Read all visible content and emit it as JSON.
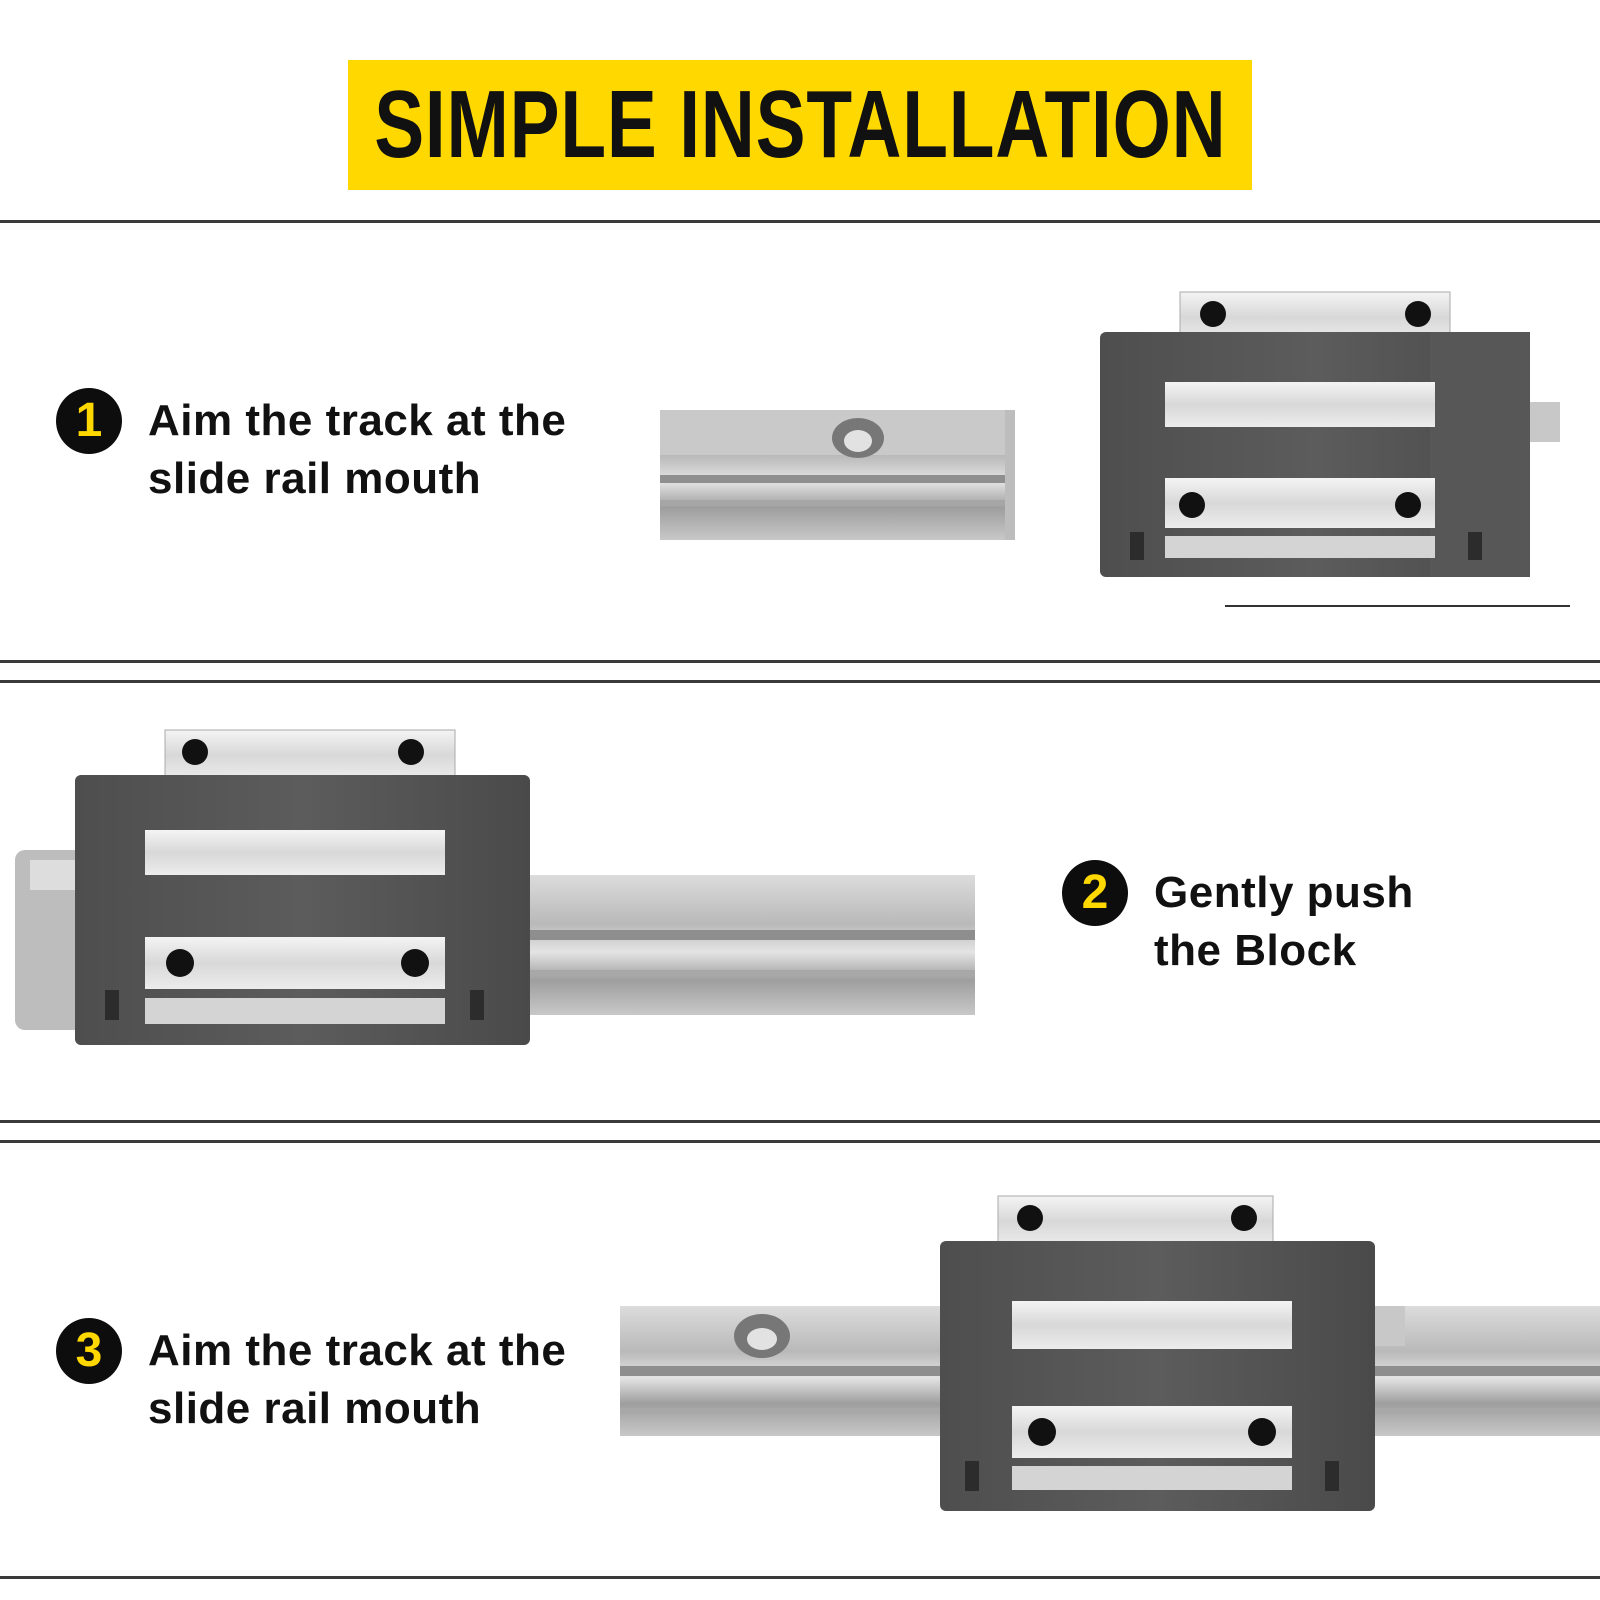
{
  "header": {
    "title": "SIMPLE INSTALLATION",
    "accent": "#FFD800"
  },
  "steps": [
    {
      "number": "1",
      "line1": "Aim the track at the",
      "line2": "slide rail mouth"
    },
    {
      "number": "2",
      "line1": "Gently push",
      "line2": "the Block"
    },
    {
      "number": "3",
      "line1": "Aim the track at the",
      "line2": "slide rail mouth"
    }
  ],
  "images": [
    {
      "name": "guide-rail-end",
      "icon": "linear-rail"
    },
    {
      "name": "carriage-block",
      "icon": "linear-bearing-block"
    },
    {
      "name": "block-on-rail",
      "icon": "block-sliding-onto-rail"
    },
    {
      "name": "block-installed",
      "icon": "block-mounted-on-rail"
    }
  ]
}
